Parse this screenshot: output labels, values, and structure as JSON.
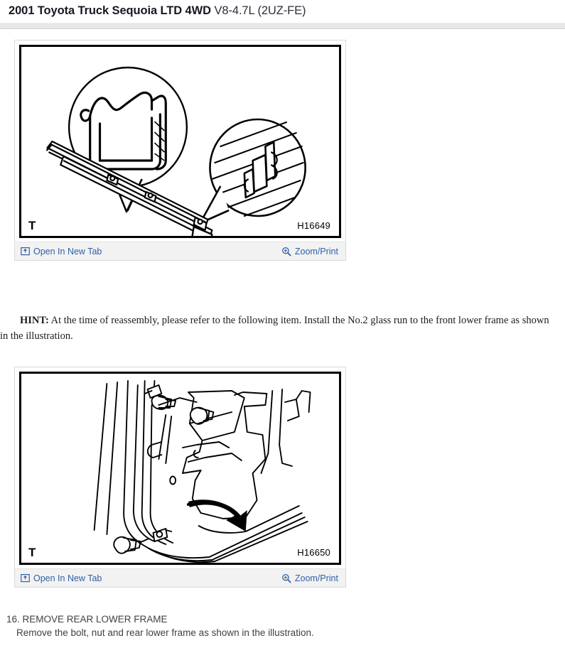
{
  "header": {
    "title_main": "2001 Toyota Truck Sequoia LTD 4WD",
    "title_engine": "V8-4.7L (2UZ-FE)"
  },
  "figures": [
    {
      "code": "H16649",
      "corner_mark": "T",
      "alt": "Glass run channel assembly with two magnified detail callouts",
      "toolbar": {
        "open_new_tab_label": "Open In New Tab",
        "open_new_tab_icon": "open-in-new-tab-icon",
        "zoom_print_label": "Zoom/Print",
        "zoom_print_icon": "magnifier-plus-icon"
      }
    },
    {
      "code": "H16650",
      "corner_mark": "T",
      "alt": "Door frame with rear lower frame removal direction arrow, bolt and nut",
      "toolbar": {
        "open_new_tab_label": "Open In New Tab",
        "open_new_tab_icon": "open-in-new-tab-icon",
        "zoom_print_label": "Zoom/Print",
        "zoom_print_icon": "magnifier-plus-icon"
      }
    }
  ],
  "hint": {
    "label": "HINT:",
    "text": " At the time of reassembly, please refer to the following item. Install the No.2 glass run to the front lower frame as shown in the illustration."
  },
  "step": {
    "title": "16. REMOVE REAR LOWER FRAME",
    "body": "Remove the bolt, nut and rear lower frame as shown in the illustration."
  },
  "colors": {
    "link": "#2f5fa8",
    "toolbar_bg": "#f2f2f2",
    "rule": "#e8e8e8",
    "text": "#1c1c1c"
  }
}
